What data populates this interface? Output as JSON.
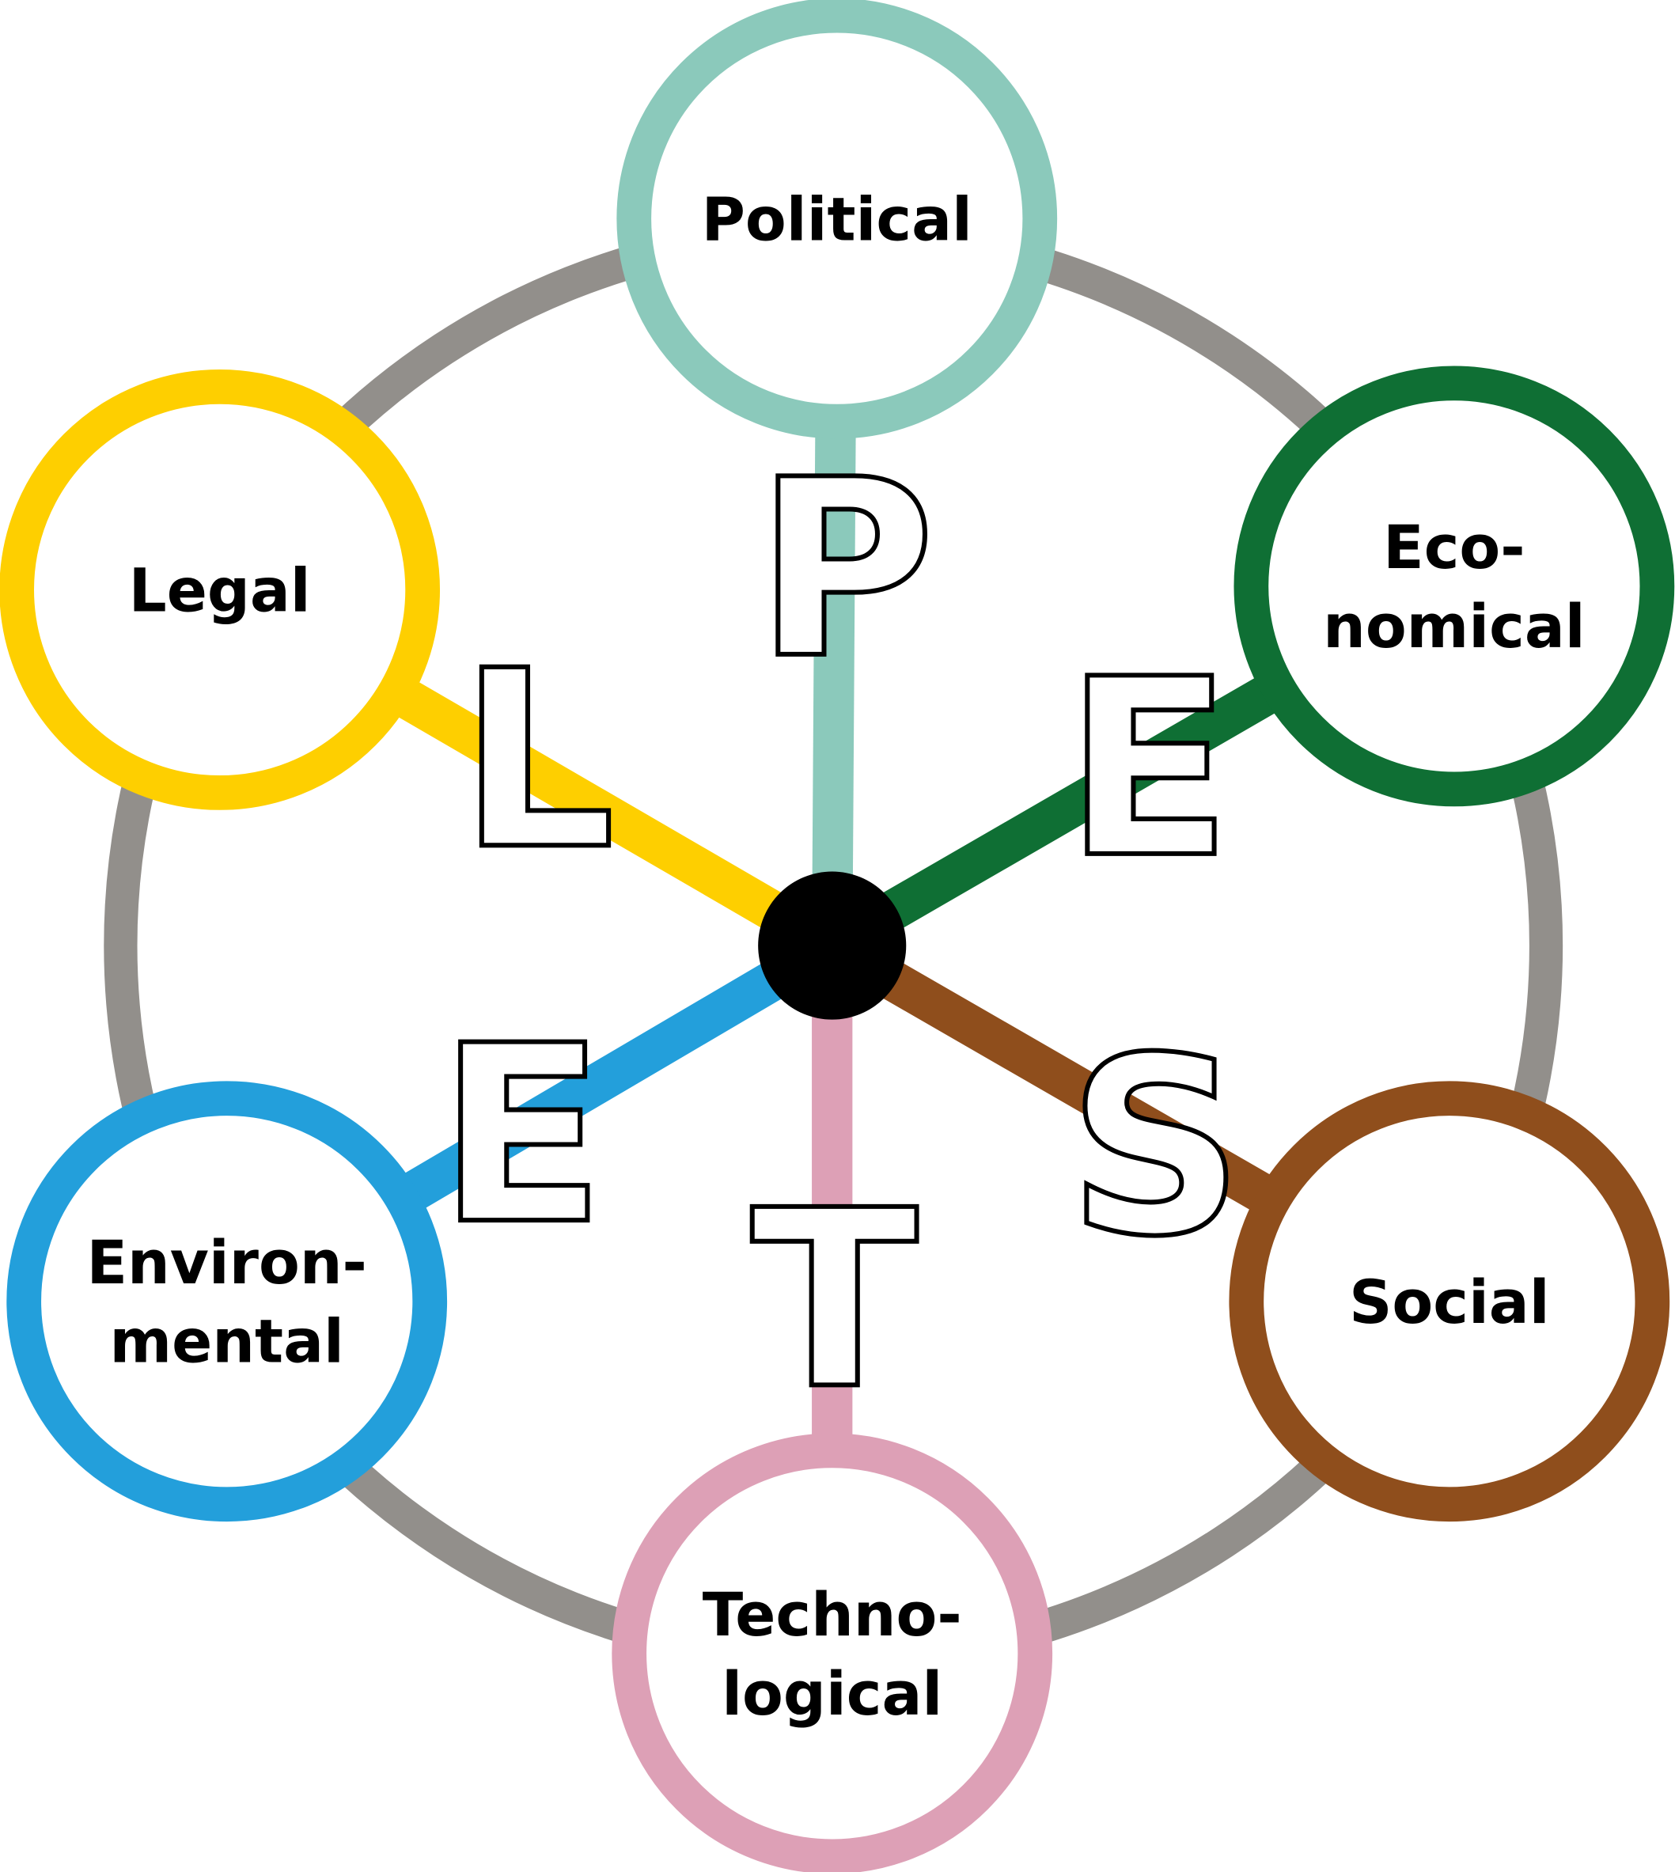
{
  "title_letters": [
    "P",
    "E",
    "S",
    "T",
    "E",
    "L"
  ],
  "factors": [
    {
      "letter": "P",
      "label_lines": [
        "Political"
      ],
      "color": "#8bc9bb"
    },
    {
      "letter": "E",
      "label_lines": [
        "Eco-",
        "nomical"
      ],
      "color": "#0f6f34"
    },
    {
      "letter": "S",
      "label_lines": [
        "Social"
      ],
      "color": "#8f4e1c"
    },
    {
      "letter": "T",
      "label_lines": [
        "Techno-",
        "logical"
      ],
      "color": "#dda0b6"
    },
    {
      "letter": "E",
      "label_lines": [
        "Environ-",
        "mental"
      ],
      "color": "#239fdb"
    },
    {
      "letter": "L",
      "label_lines": [
        "Legal"
      ],
      "color": "#fecf00"
    }
  ],
  "ring_color": "#928f8b",
  "center_color": "#000000"
}
